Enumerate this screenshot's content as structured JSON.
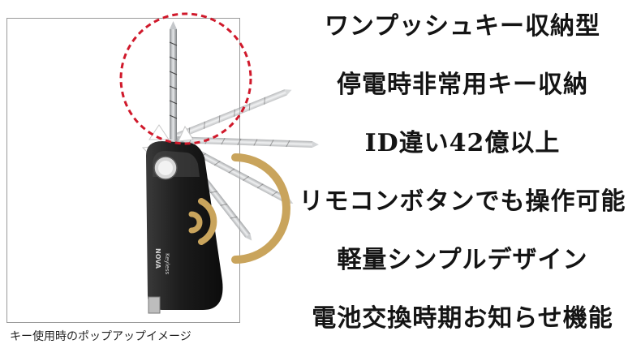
{
  "figure": {
    "caption": "キー使用時のポップアップイメージ",
    "fob_brand": "NOVA",
    "fob_subbrand": "Keyless",
    "accent_color": "#c9a45c",
    "highlight_color": "#d0192b"
  },
  "features": [
    "ワンプッシュキー収納型",
    "停電時非常用キー収納",
    "ID違い42億以上",
    "リモコンボタンでも操作可能",
    "軽量シンプルデザイン",
    "電池交換時期お知らせ機能"
  ]
}
